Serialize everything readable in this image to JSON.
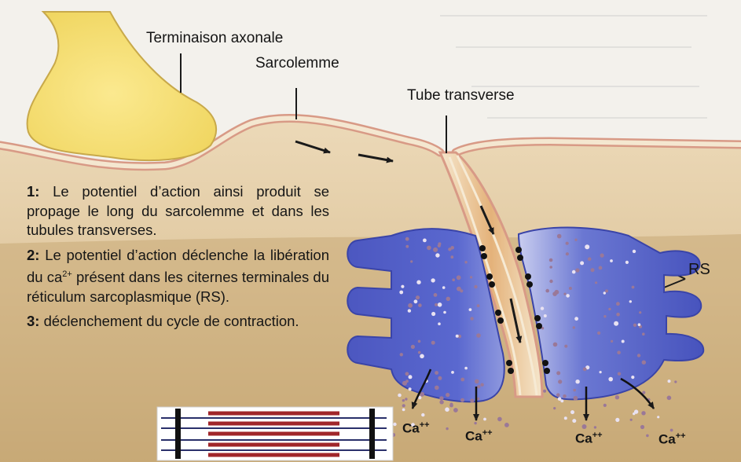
{
  "labels": {
    "axon_terminal": "Terminaison axonale",
    "sarcolemma": "Sarcolemme",
    "t_tubule": "Tube transverse",
    "sr": "RS"
  },
  "steps": [
    {
      "num": "1:",
      "text": "Le potentiel d’action ainsi produit se propage le long du sarcolemme et dans les tubules transverses."
    },
    {
      "num": "2:",
      "text_before": "Le potentiel d’action déclenche la libération du ca",
      "sup": "2+",
      "text_after": " présent dans les citernes terminales du réticulum sarcoplasmique (RS)."
    },
    {
      "num": "3:",
      "text": "déclenchement du cycle de contraction."
    }
  ],
  "ions": {
    "base": "Ca",
    "charge": "++"
  },
  "colors": {
    "cytoplasm_light": "#ead6b4",
    "cytoplasm_dark": "#c9aa79",
    "axon": "#f4e27a",
    "membrane": "#f0e2c8",
    "sr": "#5060c8",
    "ion": "#9a7898",
    "thick_filament": "#a0262a"
  }
}
